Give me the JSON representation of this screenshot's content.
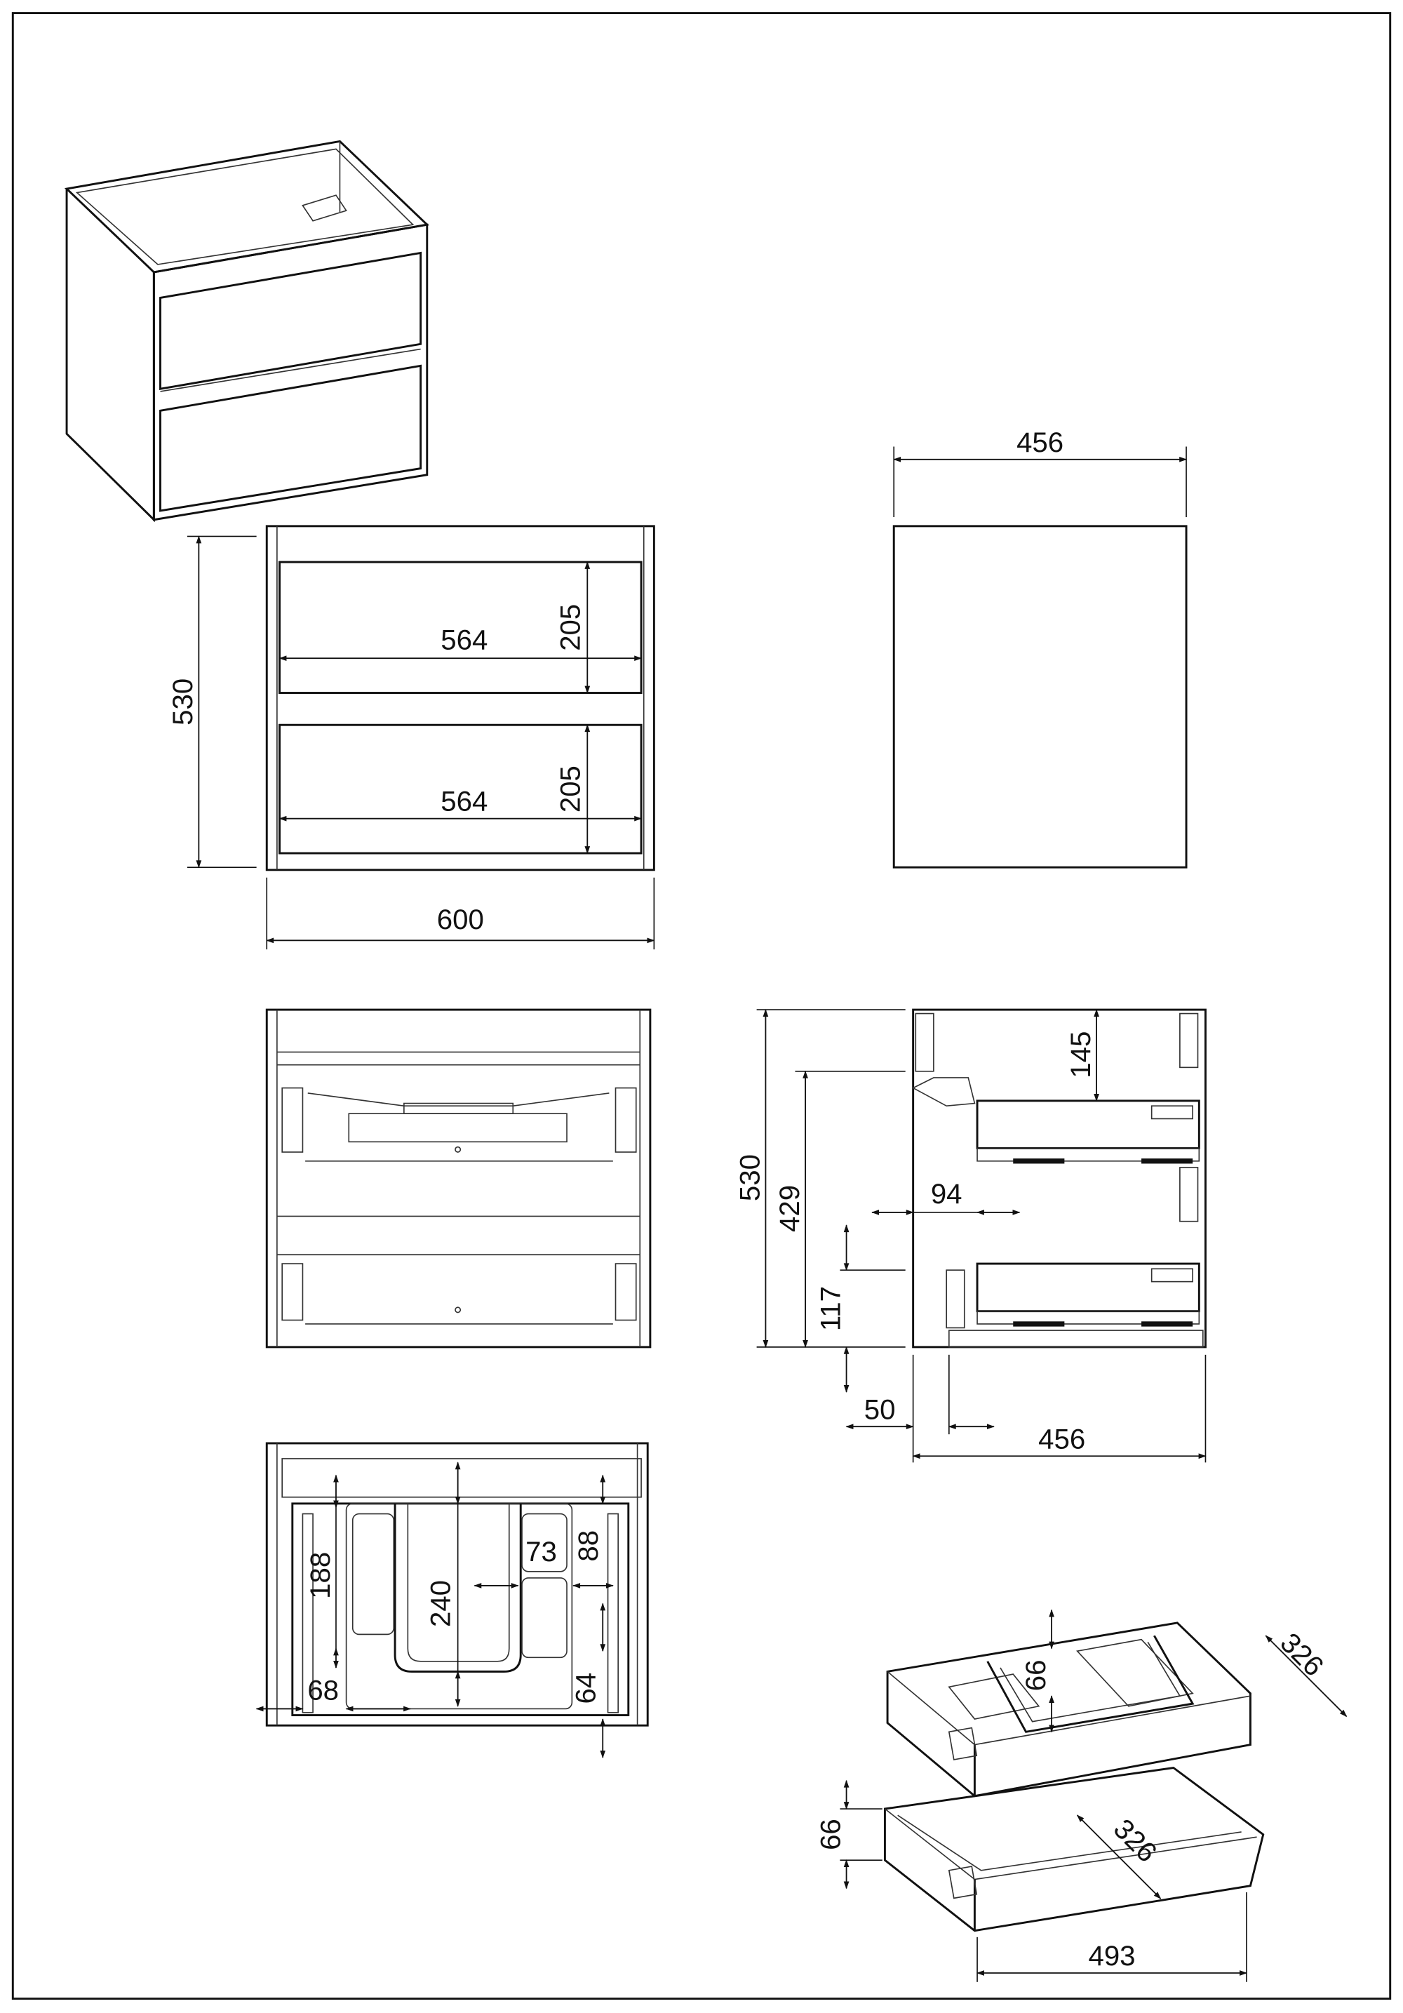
{
  "drawing": {
    "front_view": {
      "drawer_width_top": "564",
      "drawer_height_top": "205",
      "drawer_width_bottom": "564",
      "drawer_height_bottom": "205",
      "overall_height": "530",
      "overall_width": "600"
    },
    "side_view": {
      "depth": "456"
    },
    "section_view": {
      "overall_height": "530",
      "drawer_top_height": "429",
      "bottom_offset": "117",
      "top_gap": "145",
      "front_inset": "94",
      "plinth_inset": "50",
      "depth": "456"
    },
    "top_view": {
      "tray_depth": "188",
      "cutout_depth": "240",
      "cutout_offset": "73",
      "side_tray_depth": "88",
      "side_gap": "68",
      "back_gap": "64"
    },
    "drawer_iso": {
      "upper_tray_depth": "326",
      "upper_cutout_height": "66",
      "lower_depth": "326",
      "lower_height": "66",
      "lower_width": "493"
    }
  }
}
